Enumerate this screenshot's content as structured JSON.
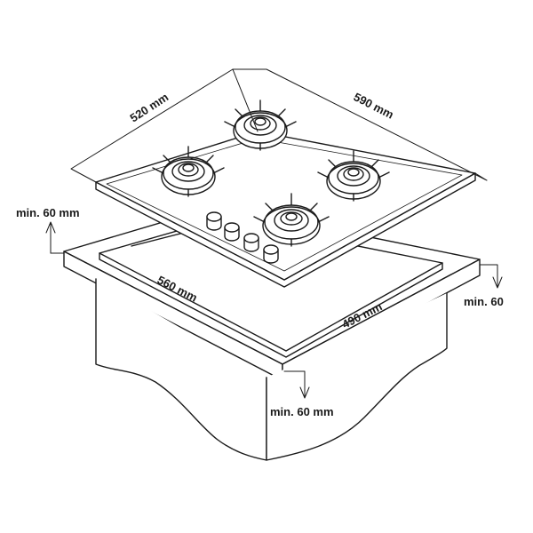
{
  "labels": {
    "top_left_dim": "520 mm",
    "top_right_dim": "590 mm",
    "left_clearance": "min. 60 mm",
    "right_clearance": "min. 60",
    "front_clearance": "min. 60 mm",
    "cutout_width": "560 mm",
    "cutout_depth": "490 mm"
  },
  "colors": {
    "line": "#1a1a1a",
    "fill": "#ffffff"
  }
}
